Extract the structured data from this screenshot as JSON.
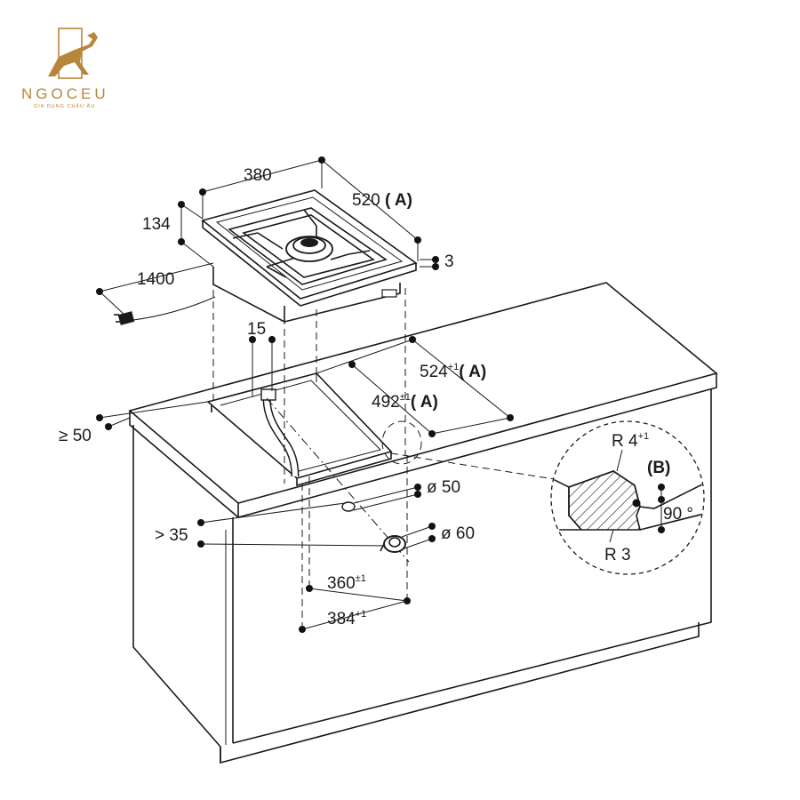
{
  "brand": {
    "name": "NGOCEU",
    "tagline": "GIA DỤNG CHÂU ÂU",
    "color": "#b8863b"
  },
  "dimensions": {
    "width": "380",
    "depth": "520",
    "depth_ref": "( A)",
    "height": "134",
    "cable": "1400",
    "rim": "3",
    "gap": "15",
    "min_wall": "≥ 50",
    "cutout_depth": "524",
    "cutout_depth_tol": "+1",
    "cutout_depth_ref": "( A)",
    "cutout_depth2": "492",
    "cutout_depth2_tol": "±1",
    "cutout_depth2_ref": "( A)",
    "hole1": "ø 50",
    "hole2": "ø 60",
    "min_clear": "> 35",
    "cutout_w1": "360",
    "cutout_w1_tol": "±1",
    "cutout_w2": "384",
    "cutout_w2_tol": "+1"
  },
  "detail": {
    "radius_top": "R 4",
    "radius_top_tol": "+1",
    "ref": "(B)",
    "angle": "90 °",
    "radius_bottom": "R 3"
  }
}
